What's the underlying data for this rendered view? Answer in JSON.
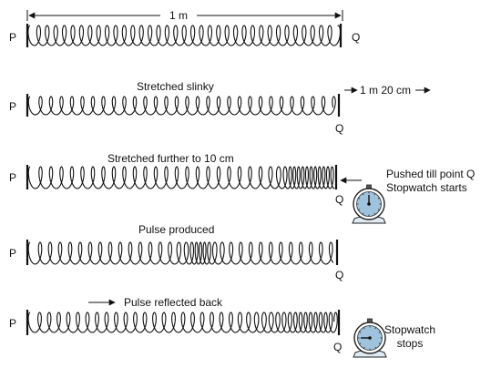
{
  "measure_top": "1 m",
  "measure_stretched": "1 m 20 cm",
  "end_label_left": "P",
  "end_label_right": "Q",
  "captions": {
    "stretched": "Stretched slinky",
    "stretched_further": "Stretched further to 10 cm",
    "pulse_produced": "Pulse produced",
    "pulse_reflected": "Pulse reflected back"
  },
  "notes": {
    "pushed_line1": "Pushed till point Q",
    "pushed_line2": "Stopwatch starts",
    "stops_line1": "Stopwatch",
    "stops_line2": "stops"
  },
  "icons": [
    "stopwatch-icon",
    "arrow-right-icon",
    "arrow-left-icon"
  ]
}
